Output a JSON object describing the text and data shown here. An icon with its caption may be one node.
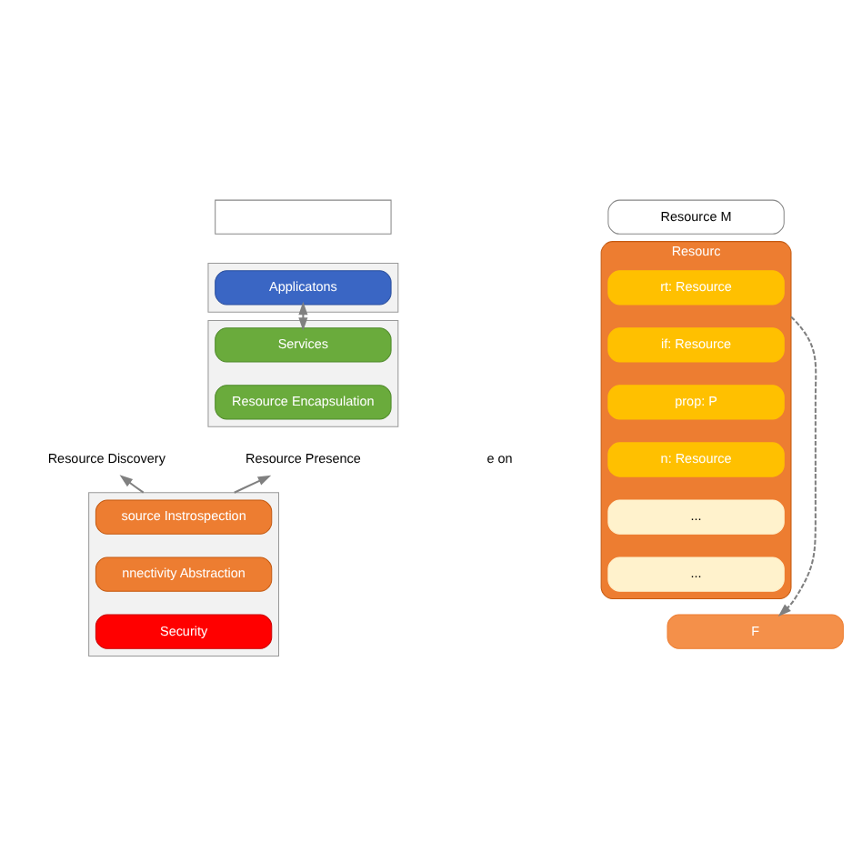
{
  "diagram": {
    "nodes": [
      {
        "text": [],
        "shape": "box"
      },
      {
        "text": [],
        "shape": "box"
      },
      {
        "text": [
          "Applicatons"
        ],
        "in": 1
      },
      {
        "text": [],
        "shape": "box"
      },
      {
        "text": [
          "Services"
        ],
        "in": 3
      },
      {
        "text": [
          "Resource Encapsulation"
        ],
        "in": 3
      },
      {
        "text": [
          "Resource Discovery"
        ]
      },
      {
        "text": [
          "Resource Presence"
        ]
      },
      {
        "text": [],
        "shape": "box"
      },
      {
        "text": [
          "source Instrospection"
        ],
        "in": 8
      },
      {
        "text": [
          "nnectivity Abstraction"
        ],
        "in": 8
      },
      {
        "text": [
          "Security"
        ],
        "in": 8
      },
      {
        "text": [
          "Resource M"
        ]
      },
      {
        "text": [
          "Resourc"
        ]
      },
      {
        "text": [
          "rt: Resource"
        ],
        "in": 13
      },
      {
        "text": [
          "if: Resource"
        ],
        "in": 13
      },
      {
        "text": [
          "prop: P"
        ],
        "in": 13
      },
      {
        "text": [
          "n: Resource"
        ],
        "in": 13
      },
      {
        "text": [
          "..."
        ],
        "in": 13
      },
      {
        "text": [
          "..."
        ],
        "in": 13
      },
      {
        "text": [
          "F"
        ]
      }
    ],
    "edges": [
      {
        "from": 2,
        "to": 4,
        "arrow": "both"
      },
      {
        "from": 8,
        "to": 6,
        "arrow": "to"
      },
      {
        "from": 8,
        "to": 7,
        "arrow": "to"
      },
      {
        "from": 13,
        "to": 20,
        "arrow": "to",
        "style": "dashed"
      }
    ],
    "labels": [
      "e on"
    ]
  }
}
